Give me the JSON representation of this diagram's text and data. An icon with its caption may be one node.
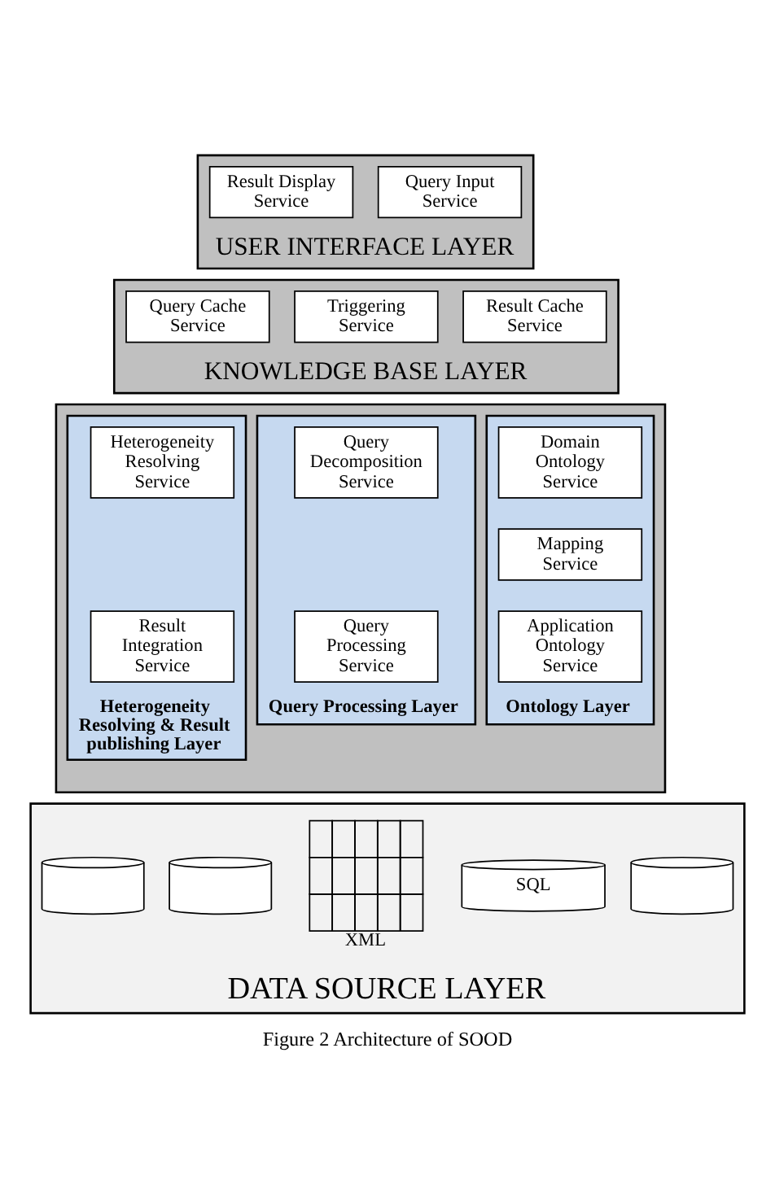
{
  "diagram": {
    "caption": "Figure 2 Architecture of SOOD",
    "nodes": [
      {
        "text": [
          "USER INTERFACE LAYER"
        ]
      },
      {
        "text": [
          "Query Input Service"
        ],
        "in": 0
      },
      {
        "text": [
          "Result Display Service"
        ],
        "in": 0
      },
      {
        "text": [
          "KNOWLEDGE BASE LAYER"
        ]
      },
      {
        "text": [
          "Query Cache Service"
        ],
        "in": 3
      },
      {
        "text": [
          "Result Cache Service"
        ],
        "in": 3
      },
      {
        "text": [
          "Triggering Service"
        ],
        "in": 3
      },
      {
        "text": [],
        "shape": "box"
      },
      {
        "text": [
          "Ontology Layer"
        ],
        "in": 7
      },
      {
        "text": [
          "Domain Ontology Service"
        ],
        "in": 8
      },
      {
        "text": [
          "Mapping Service"
        ],
        "in": 8
      },
      {
        "text": [
          "Application Ontology Service"
        ],
        "in": 8
      },
      {
        "text": [
          "Query Processing Layer"
        ],
        "in": 7
      },
      {
        "text": [
          "Query Decomposition Service"
        ],
        "in": 12
      },
      {
        "text": [
          "Query Processing Service"
        ],
        "in": 12
      },
      {
        "text": [
          "Heterogeneity Resolving & Result publishing Layer"
        ],
        "in": 7
      },
      {
        "text": [
          "Heterogeneity Resolving Service"
        ],
        "in": 15
      },
      {
        "text": [
          "Result Integration Service"
        ],
        "in": 15
      },
      {
        "text": [
          "DATA SOURCE LAYER"
        ]
      },
      {
        "text": [],
        "shape": "cylinder",
        "in": 18
      },
      {
        "text": [],
        "shape": "cylinder",
        "in": 18
      },
      {
        "text": [],
        "shape": "cylinder",
        "in": 18
      },
      {
        "text": [
          "SQL"
        ],
        "in": 18
      },
      {
        "text": [
          "XML"
        ],
        "in": 18
      }
    ]
  }
}
